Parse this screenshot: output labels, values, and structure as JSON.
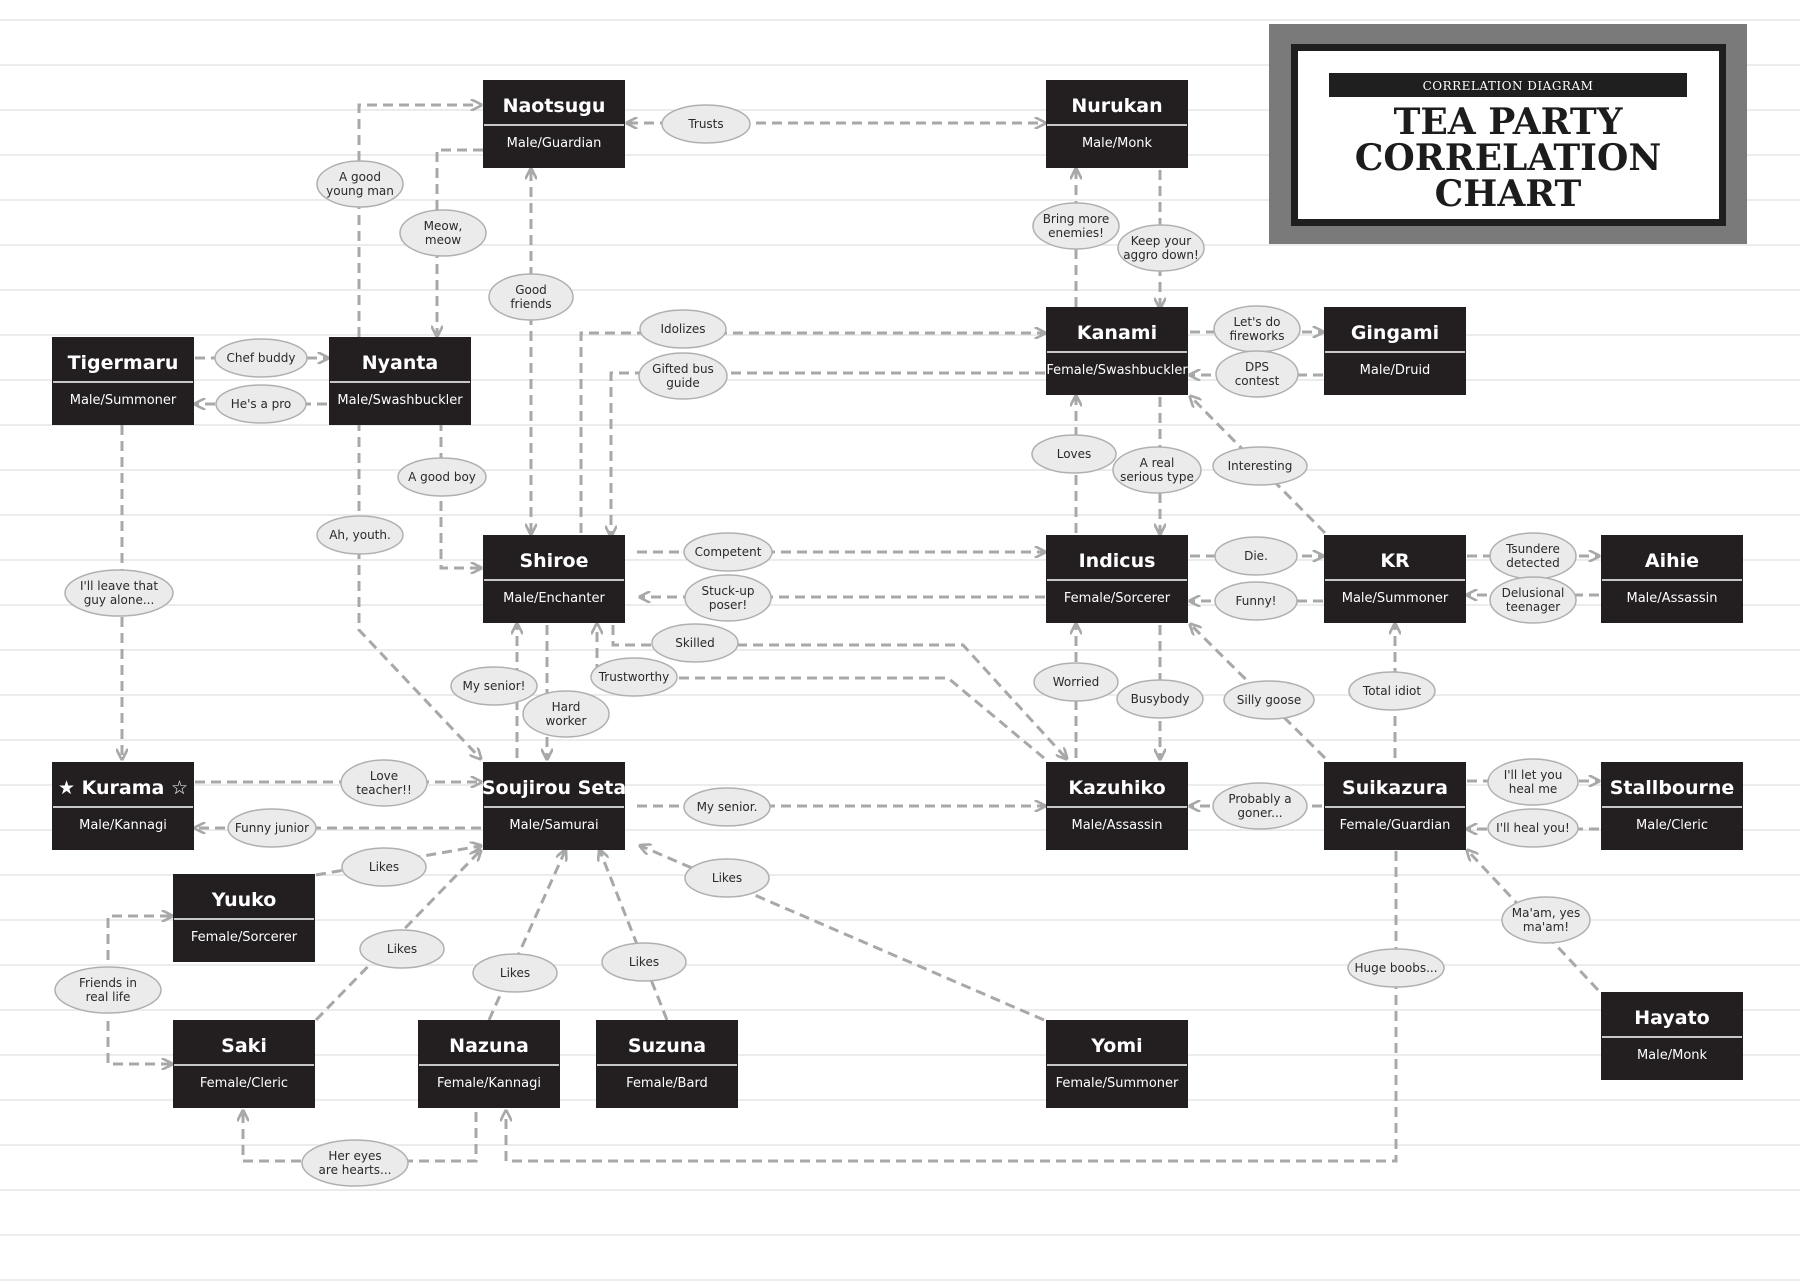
{
  "header": {
    "subtitle": "CORRELATION DIAGRAM",
    "title_lines": [
      "TEA PARTY",
      "CORRELATION",
      "CHART"
    ]
  },
  "colors": {
    "node": "#231f20",
    "edge": "#a8a8a8",
    "bubble": "#ebebeb",
    "frame": "#7a7a7a"
  },
  "nodes": [
    {
      "id": "naotsugu",
      "name": "Naotsugu",
      "role": "Male/Guardian"
    },
    {
      "id": "nurukan",
      "name": "Nurukan",
      "role": "Male/Monk"
    },
    {
      "id": "tigermaru",
      "name": "Tigermaru",
      "role": "Male/Summoner"
    },
    {
      "id": "nyanta",
      "name": "Nyanta",
      "role": "Male/Swashbuckler"
    },
    {
      "id": "kanami",
      "name": "Kanami",
      "role": "Female/Swashbuckler"
    },
    {
      "id": "gingami",
      "name": "Gingami",
      "role": "Male/Druid"
    },
    {
      "id": "shiroe",
      "name": "Shiroe",
      "role": "Male/Enchanter"
    },
    {
      "id": "indicus",
      "name": "Indicus",
      "role": "Female/Sorcerer"
    },
    {
      "id": "kr",
      "name": "KR",
      "role": "Male/Summoner"
    },
    {
      "id": "aihie",
      "name": "Aihie",
      "role": "Male/Assassin"
    },
    {
      "id": "kurama",
      "name": "★ Kurama ☆",
      "role": "Male/Kannagi"
    },
    {
      "id": "soujirou",
      "name": "Soujirou Seta",
      "role": "Male/Samurai"
    },
    {
      "id": "kazuhiko",
      "name": "Kazuhiko",
      "role": "Male/Assassin"
    },
    {
      "id": "suikazura",
      "name": "Suikazura",
      "role": "Female/Guardian"
    },
    {
      "id": "stallbourne",
      "name": "Stallbourne",
      "role": "Male/Cleric"
    },
    {
      "id": "yuuko",
      "name": "Yuuko",
      "role": "Female/Sorcerer"
    },
    {
      "id": "hayato",
      "name": "Hayato",
      "role": "Male/Monk"
    },
    {
      "id": "saki",
      "name": "Saki",
      "role": "Female/Cleric"
    },
    {
      "id": "nazuna",
      "name": "Nazuna",
      "role": "Female/Kannagi"
    },
    {
      "id": "suzuna",
      "name": "Suzuna",
      "role": "Female/Bard"
    },
    {
      "id": "yomi",
      "name": "Yomi",
      "role": "Female/Summoner"
    }
  ],
  "labels": [
    {
      "id": "trusts",
      "lines": [
        "Trusts"
      ]
    },
    {
      "id": "good_young_man",
      "lines": [
        "A good",
        "young man"
      ]
    },
    {
      "id": "meow",
      "lines": [
        "Meow,",
        "meow"
      ]
    },
    {
      "id": "good_friends",
      "lines": [
        "Good",
        "friends"
      ]
    },
    {
      "id": "bring_more",
      "lines": [
        "Bring more",
        "enemies!"
      ]
    },
    {
      "id": "keep_aggro",
      "lines": [
        "Keep your",
        "aggro down!"
      ]
    },
    {
      "id": "chef_buddy",
      "lines": [
        "Chef buddy"
      ]
    },
    {
      "id": "hes_a_pro",
      "lines": [
        "He's a pro"
      ]
    },
    {
      "id": "idolizes",
      "lines": [
        "Idolizes"
      ]
    },
    {
      "id": "gifted_bus",
      "lines": [
        "Gifted bus",
        "guide"
      ]
    },
    {
      "id": "fireworks",
      "lines": [
        "Let's do",
        "fireworks"
      ]
    },
    {
      "id": "dps",
      "lines": [
        "DPS",
        "contest"
      ]
    },
    {
      "id": "good_boy",
      "lines": [
        "A good boy"
      ]
    },
    {
      "id": "loves",
      "lines": [
        "Loves"
      ]
    },
    {
      "id": "real_serious",
      "lines": [
        "A real",
        "serious type"
      ]
    },
    {
      "id": "interesting",
      "lines": [
        "Interesting"
      ]
    },
    {
      "id": "ah_youth",
      "lines": [
        "Ah, youth."
      ]
    },
    {
      "id": "leave_alone",
      "lines": [
        "I'll leave that",
        "guy alone..."
      ]
    },
    {
      "id": "competent",
      "lines": [
        "Competent"
      ]
    },
    {
      "id": "stuck_up",
      "lines": [
        "Stuck-up",
        "poser!"
      ]
    },
    {
      "id": "die",
      "lines": [
        "Die."
      ]
    },
    {
      "id": "funny",
      "lines": [
        "Funny!"
      ]
    },
    {
      "id": "tsundere",
      "lines": [
        "Tsundere",
        "detected"
      ]
    },
    {
      "id": "delusional",
      "lines": [
        "Delusional",
        "teenager"
      ]
    },
    {
      "id": "skilled",
      "lines": [
        "Skilled"
      ]
    },
    {
      "id": "trustworthy",
      "lines": [
        "Trustworthy"
      ]
    },
    {
      "id": "my_senior_bang",
      "lines": [
        "My senior!"
      ]
    },
    {
      "id": "hard_worker",
      "lines": [
        "Hard",
        "worker"
      ]
    },
    {
      "id": "worried",
      "lines": [
        "Worried"
      ]
    },
    {
      "id": "busybody",
      "lines": [
        "Busybody"
      ]
    },
    {
      "id": "silly_goose",
      "lines": [
        "Silly goose"
      ]
    },
    {
      "id": "total_idiot",
      "lines": [
        "Total idiot"
      ]
    },
    {
      "id": "love_teacher",
      "lines": [
        "Love",
        "teacher!!"
      ]
    },
    {
      "id": "funny_junior",
      "lines": [
        "Funny junior"
      ]
    },
    {
      "id": "my_senior_dot",
      "lines": [
        "My senior."
      ]
    },
    {
      "id": "probably_goner",
      "lines": [
        "Probably a",
        "goner..."
      ]
    },
    {
      "id": "let_you_heal",
      "lines": [
        "I'll let you",
        "heal me"
      ]
    },
    {
      "id": "heal_you",
      "lines": [
        "I'll heal you!"
      ]
    },
    {
      "id": "likes_yuuko",
      "lines": [
        "Likes"
      ]
    },
    {
      "id": "likes_yomi",
      "lines": [
        "Likes"
      ]
    },
    {
      "id": "maam",
      "lines": [
        "Ma'am, yes",
        "ma'am!"
      ]
    },
    {
      "id": "likes_saki",
      "lines": [
        "Likes"
      ]
    },
    {
      "id": "likes_nazuna",
      "lines": [
        "Likes"
      ]
    },
    {
      "id": "likes_suzuna",
      "lines": [
        "Likes"
      ]
    },
    {
      "id": "friends_irl",
      "lines": [
        "Friends in",
        "real life"
      ]
    },
    {
      "id": "huge",
      "lines": [
        "Huge boobs..."
      ]
    },
    {
      "id": "hearts",
      "lines": [
        "Her eyes",
        "are hearts..."
      ]
    }
  ]
}
